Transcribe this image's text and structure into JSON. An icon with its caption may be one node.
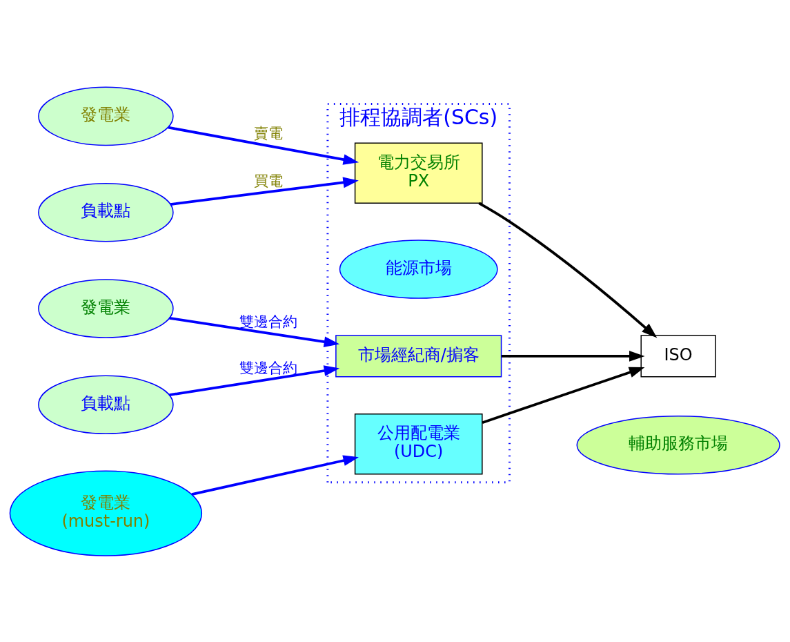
{
  "diagram": {
    "nodes": [
      {
        "text": [
          "排程協調者(SCs)"
        ]
      },
      {
        "text": [
          "發電業"
        ]
      },
      {
        "text": [
          "負載點"
        ]
      },
      {
        "text": [
          "電力交易所",
          "PX"
        ],
        "in": 0
      },
      {
        "text": [
          "能源市場"
        ],
        "in": 0
      },
      {
        "text": [
          "發電業"
        ]
      },
      {
        "text": [
          "負載點"
        ]
      },
      {
        "text": [
          "市場經紀商/掮客"
        ],
        "in": 0
      },
      {
        "text": [
          "公用配電業",
          "(UDC)"
        ],
        "in": 0
      },
      {
        "text": [
          "發電業",
          "(must-run)"
        ]
      },
      {
        "text": [
          "ISO"
        ]
      },
      {
        "text": [
          "輔助服務市場"
        ]
      }
    ],
    "edges": [
      {
        "from": 1,
        "to": 3,
        "arrow": "to",
        "label": "賣電"
      },
      {
        "from": 2,
        "to": 3,
        "arrow": "to",
        "label": "買電"
      },
      {
        "from": 5,
        "to": 7,
        "arrow": "to",
        "label": "雙邊合約"
      },
      {
        "from": 6,
        "to": 7,
        "arrow": "to",
        "label": "雙邊合約"
      },
      {
        "from": 9,
        "to": 8,
        "arrow": "to"
      },
      {
        "from": 3,
        "to": 10,
        "arrow": "to",
        "color": "#000000"
      },
      {
        "from": 7,
        "to": 10,
        "arrow": "to",
        "color": "#000000"
      },
      {
        "from": 8,
        "to": 10,
        "arrow": "to",
        "color": "#000000"
      }
    ]
  }
}
